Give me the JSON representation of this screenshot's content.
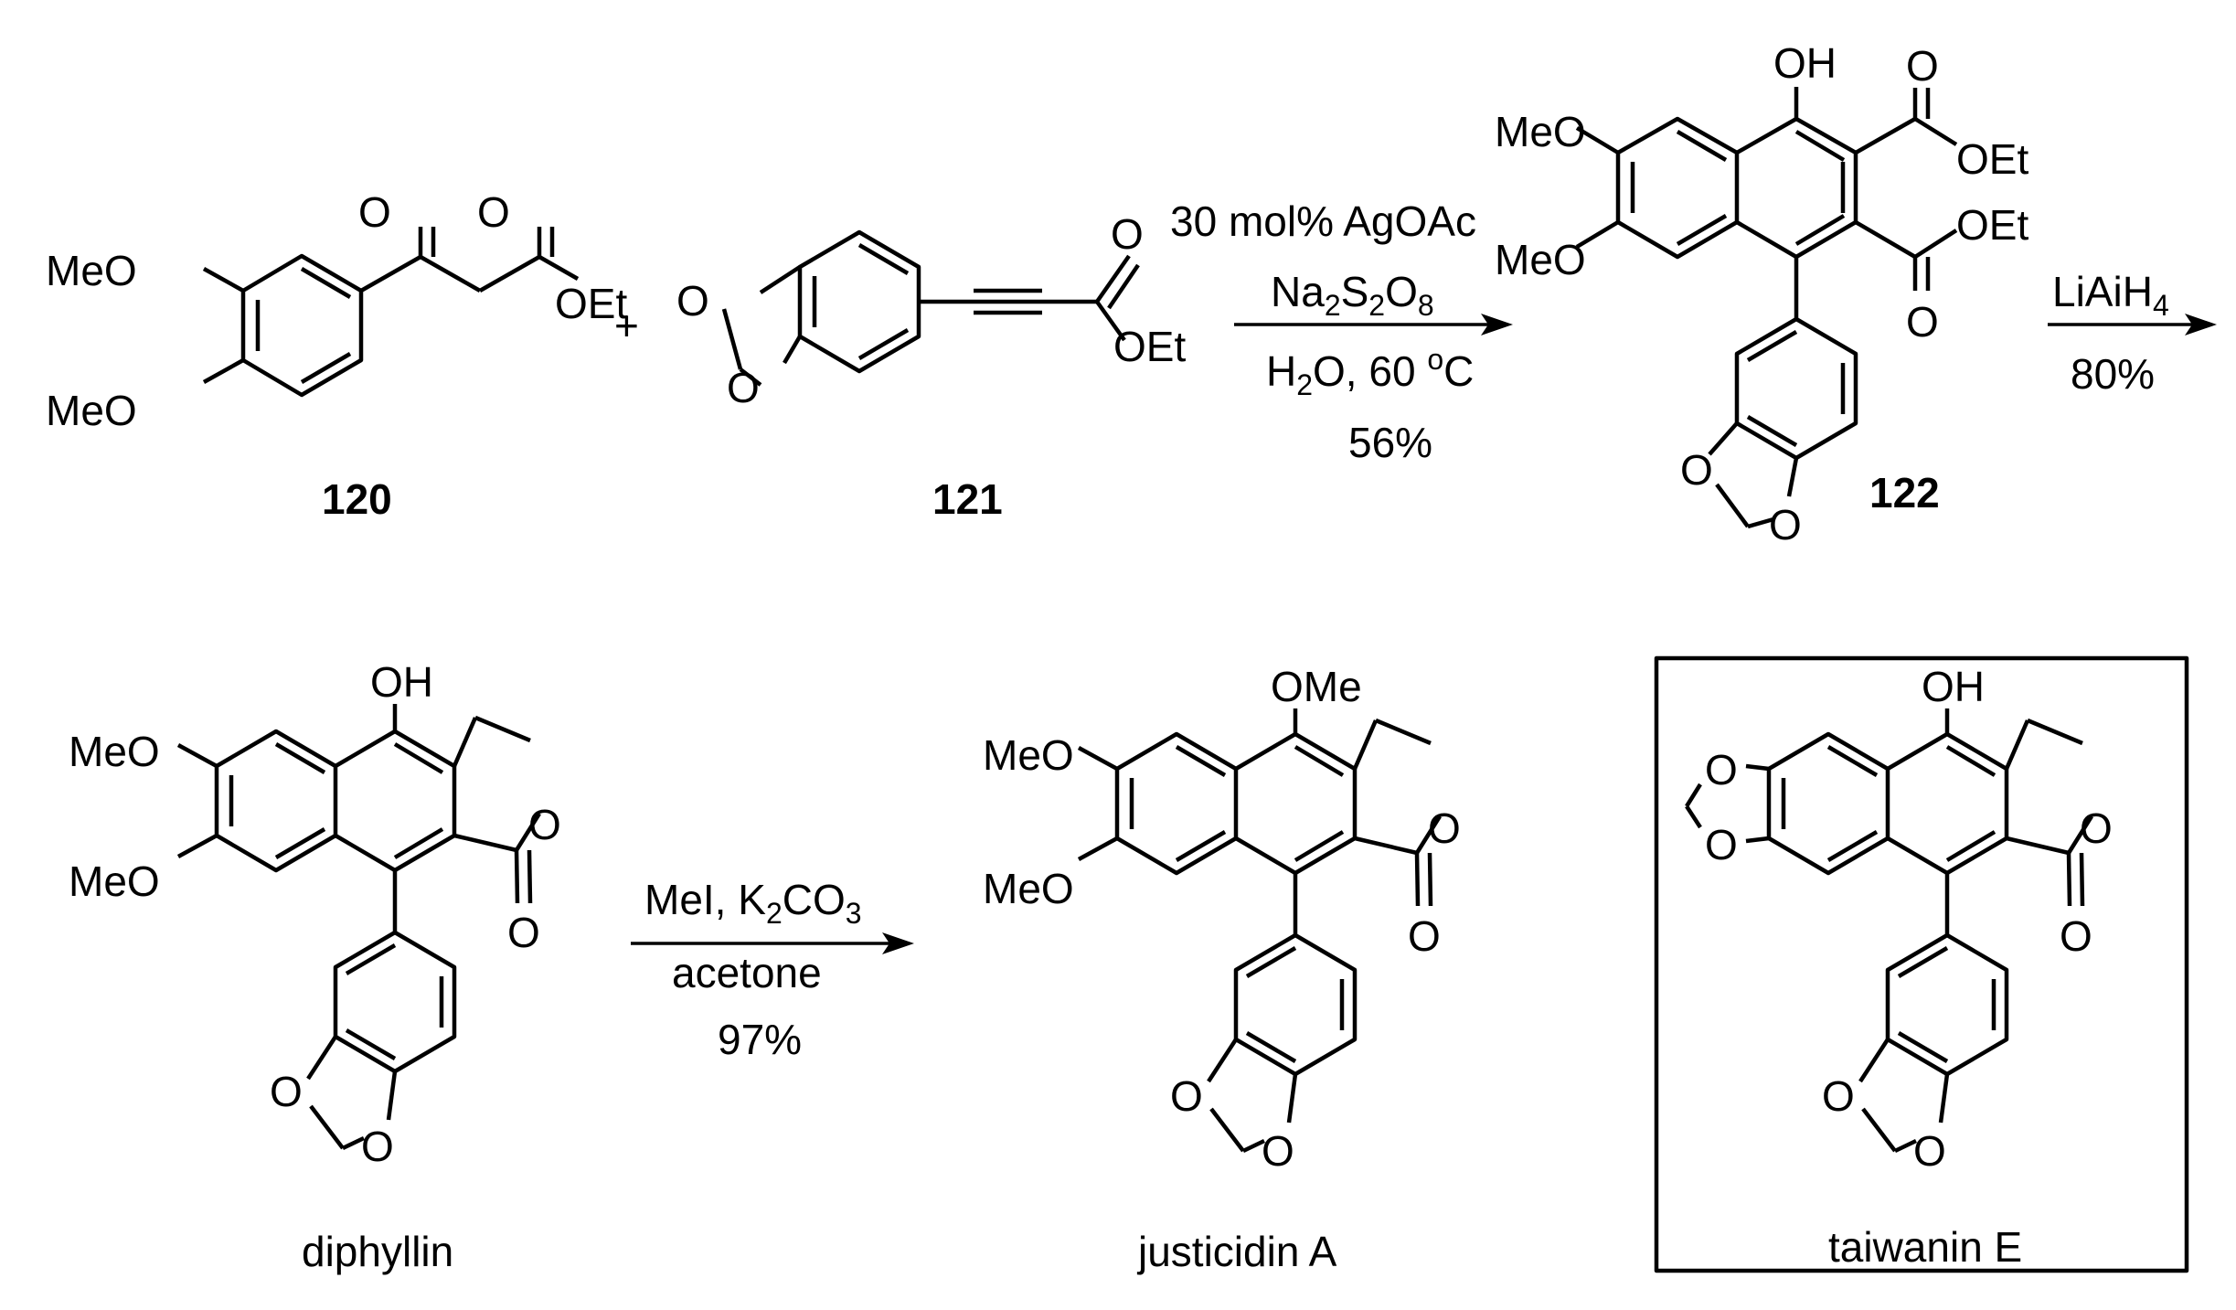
{
  "compounds": {
    "c120": {
      "id": "120",
      "substituents": [
        "O",
        "O",
        "OEt",
        "MeO",
        "MeO"
      ]
    },
    "c121": {
      "id": "121",
      "substituents": [
        "O",
        "O",
        "O",
        "OEt"
      ]
    },
    "c122": {
      "id": "122",
      "substituents": [
        "OH",
        "O",
        "OEt",
        "OEt",
        "O",
        "MeO",
        "MeO",
        "O",
        "O"
      ]
    },
    "diphyllin": {
      "name": "diphyllin",
      "substituents": [
        "OH",
        "MeO",
        "MeO",
        "O",
        "O",
        "O",
        "O"
      ]
    },
    "justicidin": {
      "name": "justicidin A",
      "substituents": [
        "OMe",
        "MeO",
        "MeO",
        "O",
        "O",
        "O",
        "O"
      ]
    },
    "taiwanin": {
      "name": "taiwanin E",
      "substituents": [
        "OH",
        "O",
        "O",
        "O",
        "O",
        "O",
        "O"
      ]
    }
  },
  "plus": "+",
  "reactions": {
    "r1": {
      "line1": "30 mol% AgOAc",
      "line2": "Na2S2O8",
      "line3": "H2O, 60 oC",
      "yield": "56%"
    },
    "r2": {
      "reagent": "LiAiH4",
      "yield": "80%"
    },
    "r3": {
      "reagent": "MeI, K2CO3",
      "solvent": "acetone",
      "yield": "97%"
    }
  }
}
